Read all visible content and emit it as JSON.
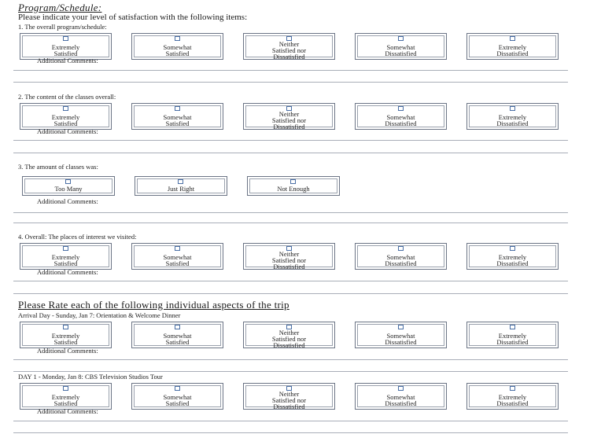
{
  "header": {
    "title": "Program/Schedule:",
    "intro": "Please indicate your level of satisfaction with the following items:"
  },
  "scale5": [
    "Extremely\nSatisfied",
    "Somewhat\nSatisfied",
    "Neither\nSatisfied nor\nDissatisfied",
    "Somewhat\nDissatisfied",
    "Extremely\nDissatisfied"
  ],
  "scale3": [
    "Too Many",
    "Just Right",
    "Not Enough"
  ],
  "comments_label": "Additional Comments:",
  "questions": [
    {
      "label": "1. The overall program/schedule:"
    },
    {
      "label": "2. The content of the classes overall:"
    },
    {
      "label": "3. The amount of classes was:"
    },
    {
      "label": "4. Overall: The places of interest we visited:"
    }
  ],
  "section2": {
    "title": "Please Rate each of the following individual aspects of the trip",
    "items": [
      {
        "label": "Arrival Day - Sunday, Jan 7: Orientation & Welcome Dinner"
      },
      {
        "label": "DAY 1 - Monday, Jan 8: CBS Television Studios Tour"
      }
    ]
  }
}
